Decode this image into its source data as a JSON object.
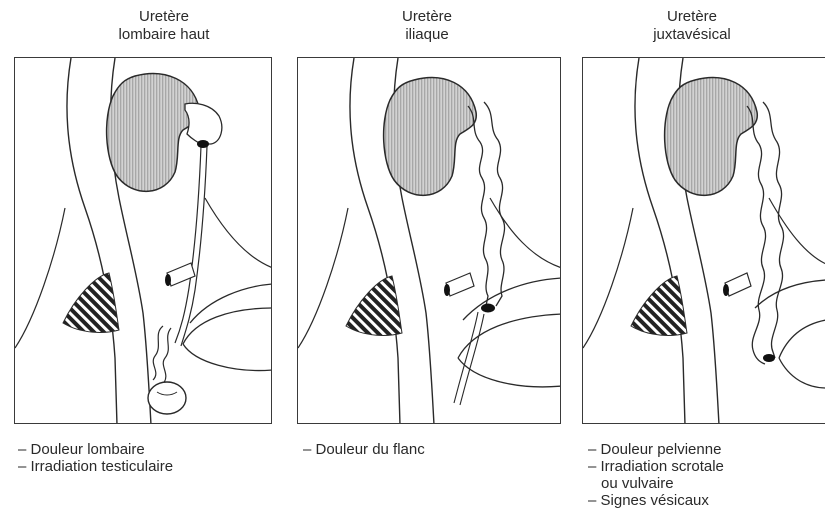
{
  "panels": [
    {
      "title_line1": "Uretère",
      "title_line2": "lombaire haut",
      "notes": [
        "– Douleur lombaire",
        "– Irradiation testiculaire"
      ]
    },
    {
      "title_line1": "Uretère",
      "title_line2": "iliaque",
      "notes": [
        "– Douleur du flanc"
      ]
    },
    {
      "title_line1": "Uretère",
      "title_line2": "juxtavésical",
      "notes": [
        "– Douleur pelvienne",
        "– Irradiation scrotale",
        "ou vulvaire",
        "– Signes vésicaux"
      ]
    }
  ],
  "colors": {
    "stroke": "#2a2a2a",
    "kidney_fill": "#cfcfcf",
    "stone": "#111111"
  }
}
